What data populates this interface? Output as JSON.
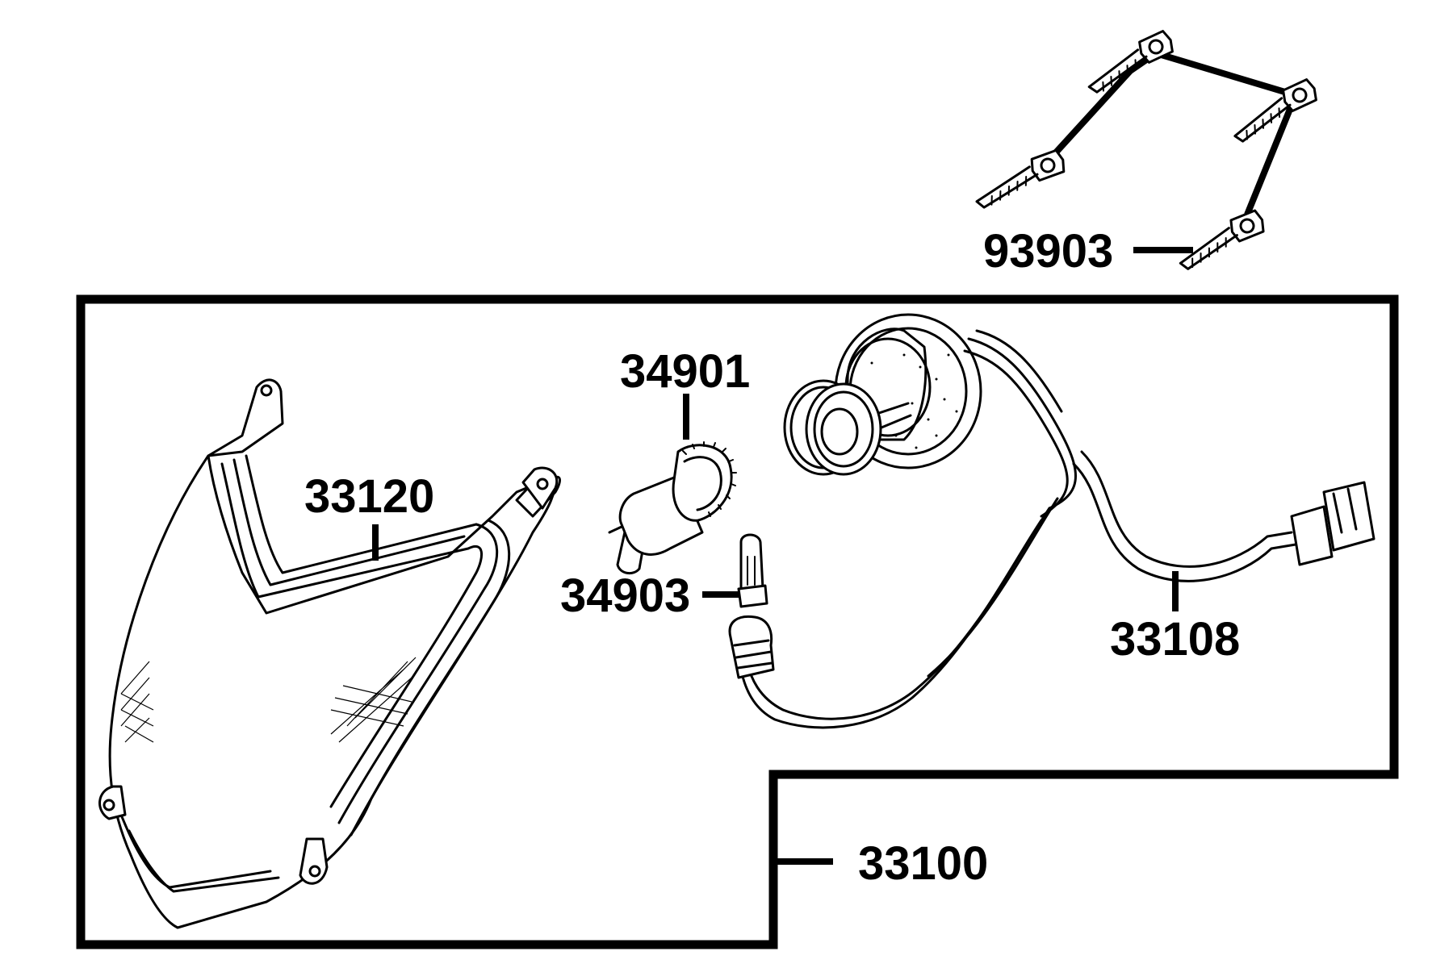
{
  "diagram": {
    "parts": [
      {
        "id": "p93903",
        "label": "93903"
      },
      {
        "id": "p34901",
        "label": "34901"
      },
      {
        "id": "p33120",
        "label": "33120"
      },
      {
        "id": "p34903",
        "label": "34903"
      },
      {
        "id": "p33108",
        "label": "33108"
      },
      {
        "id": "p33100",
        "label": "33100"
      }
    ]
  }
}
